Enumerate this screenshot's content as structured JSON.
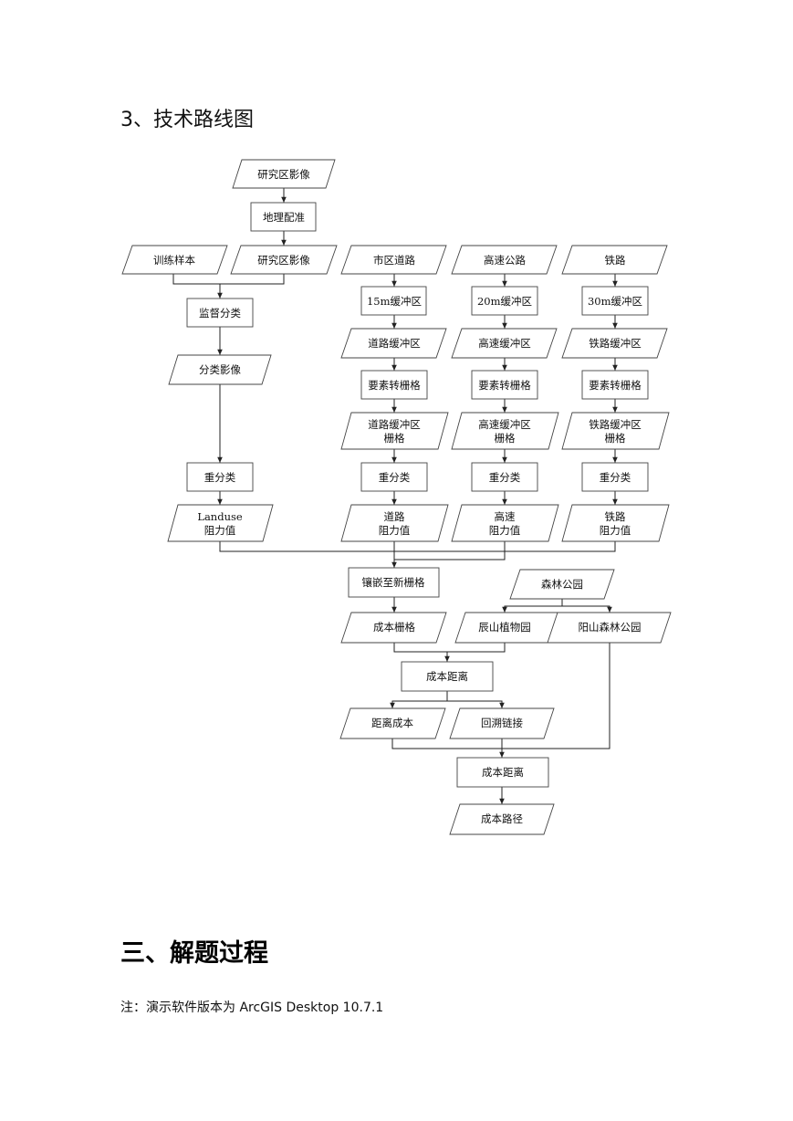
{
  "section_title": "3、技术路线图",
  "main_title": "三、解题过程",
  "note": "注：演示软件版本为 ArcGIS Desktop 10.7.1",
  "flow": {
    "n_img1": "研究区影像",
    "n_georef": "地理配准",
    "n_train": "训练样本",
    "n_img2": "研究区影像",
    "n_supervised": "监督分类",
    "n_classimg": "分类影像",
    "n_reclass_a": "重分类",
    "n_landuse_1": "Landuse",
    "n_landuse_2": "阻力值",
    "n_road": "市区道路",
    "n_road_buf": "15m缓冲区",
    "n_road_bufz": "道路缓冲区",
    "n_road_conv": "要素转栅格",
    "n_road_rast_1": "道路缓冲区",
    "n_road_rast_2": "栅格",
    "n_reclass_b": "重分类",
    "n_road_res_1": "道路",
    "n_road_res_2": "阻力值",
    "n_hwy": "高速公路",
    "n_hwy_buf": "20m缓冲区",
    "n_hwy_bufz": "高速缓冲区",
    "n_hwy_conv": "要素转栅格",
    "n_hwy_rast_1": "高速缓冲区",
    "n_hwy_rast_2": "栅格",
    "n_reclass_c": "重分类",
    "n_hwy_res_1": "高速",
    "n_hwy_res_2": "阻力值",
    "n_rail": "铁路",
    "n_rail_buf": "30m缓冲区",
    "n_rail_bufz": "铁路缓冲区",
    "n_rail_conv": "要素转栅格",
    "n_rail_rast_1": "铁路缓冲区",
    "n_rail_rast_2": "栅格",
    "n_reclass_d": "重分类",
    "n_rail_res_1": "铁路",
    "n_rail_res_2": "阻力值",
    "n_mosaic": "镶嵌至新栅格",
    "n_park": "森林公园",
    "n_cost_raster": "成本栅格",
    "n_chenshan": "辰山植物园",
    "n_yangshan": "阳山森林公园",
    "n_costdist1": "成本距离",
    "n_distcost": "距离成本",
    "n_backlink": "回溯链接",
    "n_costdist2": "成本距离",
    "n_costpath": "成本路径"
  }
}
